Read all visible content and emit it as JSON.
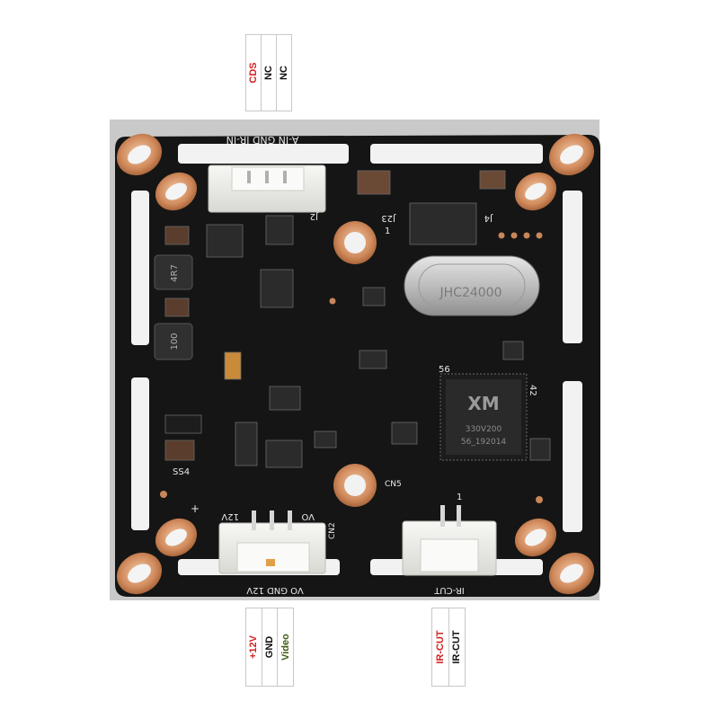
{
  "pin_tables": {
    "top": {
      "pins": [
        {
          "label": "CDS",
          "color": "#d42020"
        },
        {
          "label": "NC",
          "color": "#111111"
        },
        {
          "label": "NC",
          "color": "#111111"
        }
      ]
    },
    "bottom_left": {
      "pins": [
        {
          "label": "+12V",
          "color": "#d42020"
        },
        {
          "label": "GND",
          "color": "#111111"
        },
        {
          "label": "Video",
          "color": "#3a5a10"
        }
      ]
    },
    "bottom_right": {
      "pins": [
        {
          "label": "IR-CUT",
          "color": "#d42020"
        },
        {
          "label": "IR-CUT",
          "color": "#111111"
        }
      ]
    }
  },
  "board": {
    "silkscreen": {
      "top_header": "A-IN GND IR-IN",
      "j2": "J2",
      "j23": "J23",
      "j4": "J4",
      "bottom_left_header": "VO GND 12V",
      "left_conn_top": "12V",
      "left_conn_vo": "VO",
      "cn2": "CN2",
      "cn5": "CN5",
      "bottom_right_header": "IR-CUT",
      "pin56": "56",
      "pin42": "42",
      "pin1_top": "1",
      "pin1_bottom": "1",
      "plus": "+"
    },
    "chip": {
      "logo": "XM",
      "model": "330V200",
      "code": "56_192014"
    },
    "crystal_marking": "JHC24000",
    "inductor_1": "4R7",
    "inductor_2": "100",
    "diode": "SS4"
  },
  "colors": {
    "pcb": "#141414",
    "copper": "#c8865a",
    "connector": "#eeeeea",
    "pin_red": "#d42020"
  }
}
